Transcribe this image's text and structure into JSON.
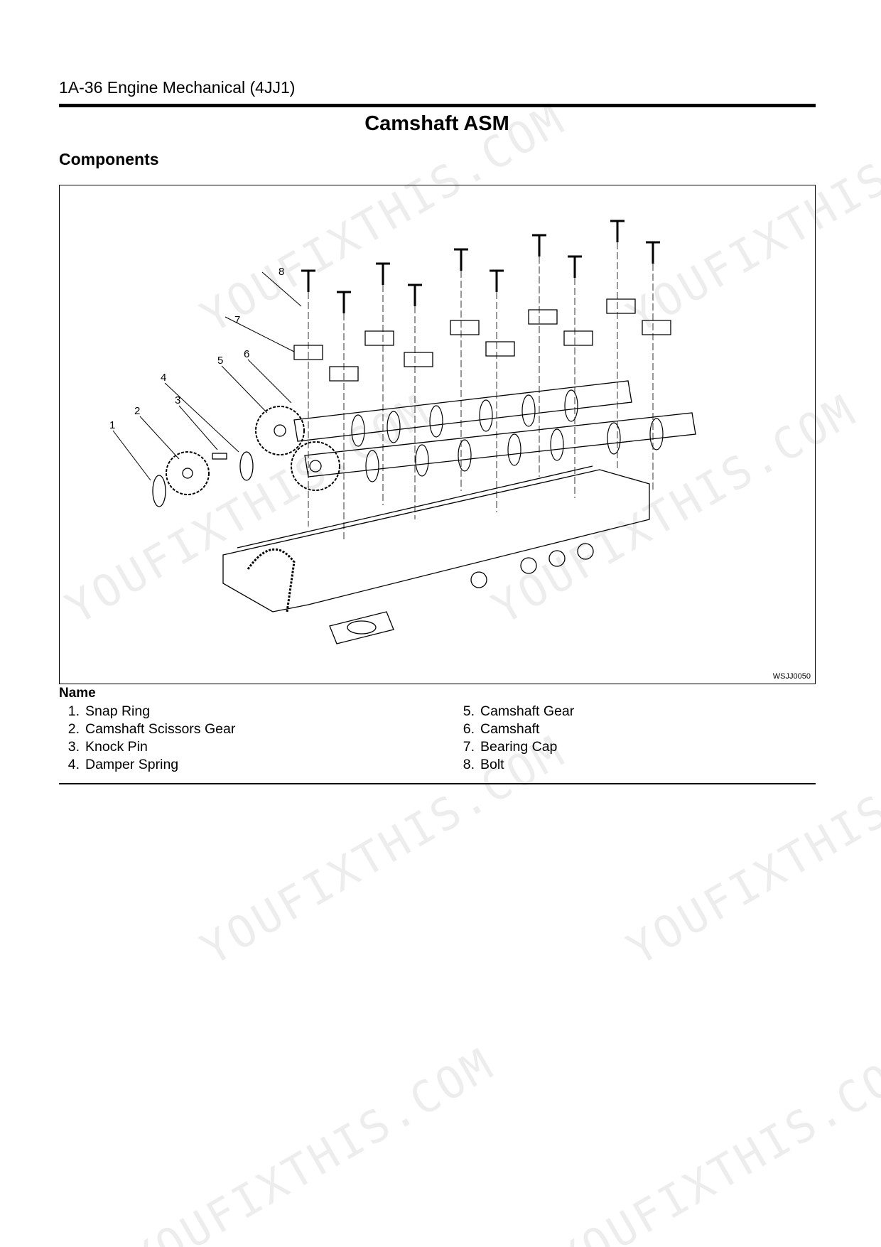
{
  "header": {
    "page_ref": "1A-36 Engine Mechanical (4JJ1)"
  },
  "title": "Camshaft ASM",
  "section": "Components",
  "figure": {
    "id": "WSJJ0050",
    "callouts": [
      "1",
      "2",
      "3",
      "4",
      "5",
      "6",
      "7",
      "8"
    ]
  },
  "names": {
    "heading": "Name",
    "items": [
      {
        "num": "1.",
        "label": "Snap Ring"
      },
      {
        "num": "2.",
        "label": "Camshaft Scissors Gear"
      },
      {
        "num": "3.",
        "label": "Knock Pin"
      },
      {
        "num": "4.",
        "label": "Damper Spring"
      },
      {
        "num": "5.",
        "label": "Camshaft Gear"
      },
      {
        "num": "6.",
        "label": "Camshaft"
      },
      {
        "num": "7.",
        "label": "Bearing Cap"
      },
      {
        "num": "8.",
        "label": "Bolt"
      }
    ]
  },
  "watermark": "YOUFIXTHIS.COM"
}
